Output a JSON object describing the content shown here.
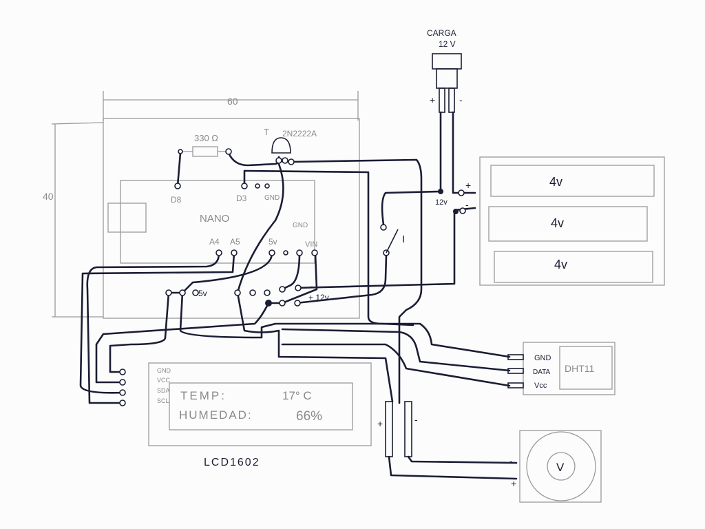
{
  "charger": {
    "title": "CARGA",
    "voltage": "12 V",
    "plus": "+",
    "minus": "-"
  },
  "dimensions": {
    "width": "60",
    "height": "40"
  },
  "resistor": {
    "label": "330 Ω"
  },
  "transistor": {
    "letter": "T",
    "model": "2N2222A"
  },
  "nano": {
    "label": "NANO",
    "pins": {
      "d8": "D8",
      "d3": "D3",
      "gnd_top": "GND",
      "a4": "A4",
      "a5": "A5",
      "v5": "5v",
      "gnd": "GND",
      "vin": "VIN"
    }
  },
  "rails": {
    "v5": "5v",
    "minus": "-",
    "plus12": "+ 12v"
  },
  "battery": {
    "junction": "12v",
    "plus": "+",
    "minus": "-",
    "cells": [
      "4v",
      "4v",
      "4v"
    ]
  },
  "switch": {
    "label": "I"
  },
  "dht": {
    "name": "DHT11",
    "pins": [
      "GND",
      "DATA",
      "Vcc"
    ]
  },
  "lcd": {
    "name": "LCD1602",
    "pins": [
      "GND",
      "VCC",
      "SDA",
      "SCL"
    ],
    "line1_label": "TEMP:",
    "line1_value": "17° C",
    "line2_label": "HUMEDAD:",
    "line2_value": "66%"
  },
  "connector": {
    "plus": "+",
    "minus": "-"
  },
  "fan": {
    "label": "V",
    "minus": "-",
    "plus": "+"
  }
}
